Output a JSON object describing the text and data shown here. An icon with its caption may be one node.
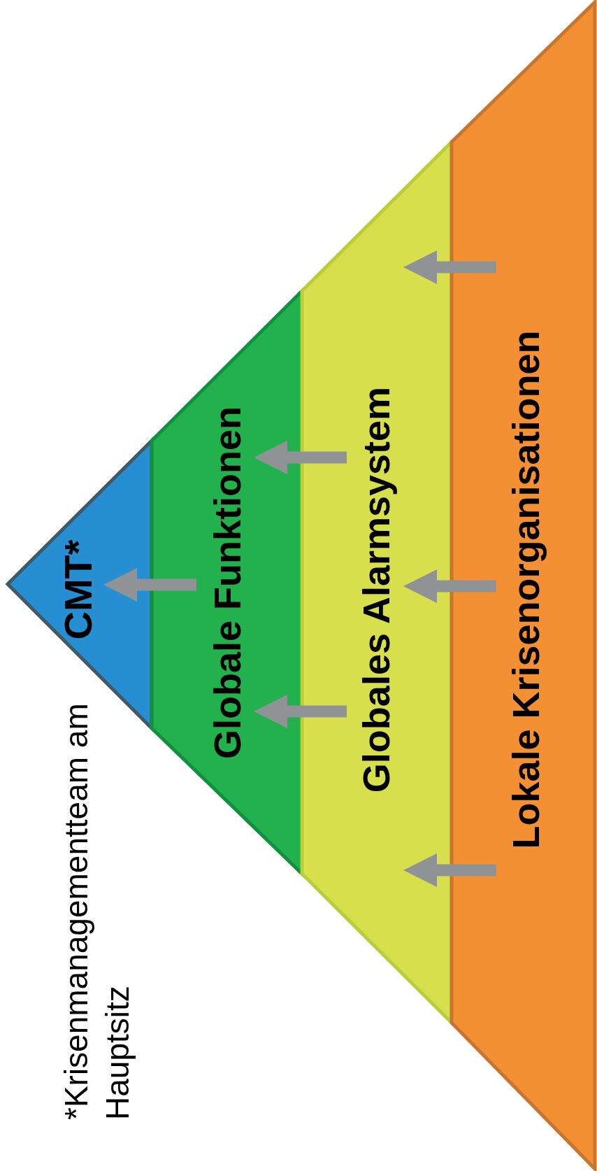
{
  "diagram": {
    "nodes": [
      {
        "text": [
          "CMT*"
        ]
      },
      {
        "text": [
          "Globale Funktionen"
        ]
      },
      {
        "text": [
          "Globales Alarmsystem"
        ]
      },
      {
        "text": [
          "Lokale Krisenorganisationen"
        ]
      }
    ],
    "edges": [
      {
        "from": 3,
        "to": 2,
        "arrow": "to"
      },
      {
        "from": 2,
        "to": 1,
        "arrow": "to"
      },
      {
        "from": 1,
        "to": 0,
        "arrow": "to"
      },
      {
        "from": 3,
        "to": 2,
        "arrow": "to"
      },
      {
        "from": 2,
        "to": 1,
        "arrow": "to"
      },
      {
        "from": 3,
        "to": 2,
        "arrow": "to"
      }
    ],
    "labels": [
      "*Krisenmanagementteam am Hauptsitz"
    ]
  }
}
